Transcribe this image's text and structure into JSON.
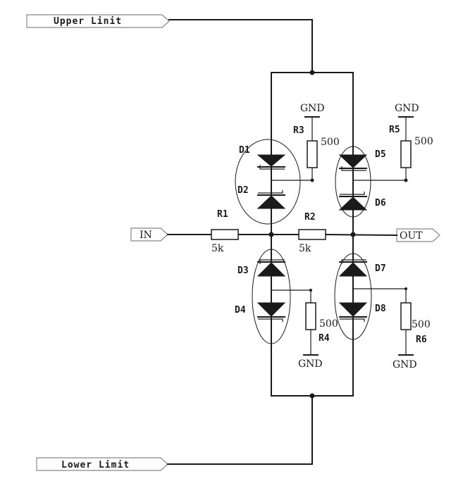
{
  "ports": {
    "upper_limit": "Upper Linit",
    "lower_limit": "Lower Limit",
    "in": "IN",
    "out": "OUT"
  },
  "components": {
    "r1": {
      "ref": "R1",
      "value": "5k"
    },
    "r2": {
      "ref": "R2",
      "value": "5k"
    },
    "r3": {
      "ref": "R3",
      "value": "500"
    },
    "r4": {
      "ref": "R4",
      "value": "500"
    },
    "r5": {
      "ref": "R5",
      "value": "500"
    },
    "r6": {
      "ref": "R6",
      "value": "500"
    },
    "d1": "D1",
    "d2": "D2",
    "d3": "D3",
    "d4": "D4",
    "d5": "D5",
    "d6": "D6",
    "d7": "D7",
    "d8": "D8"
  },
  "gnd": {
    "r3": "GND",
    "r4": "GND",
    "r5": "GND",
    "r6": "GND"
  }
}
